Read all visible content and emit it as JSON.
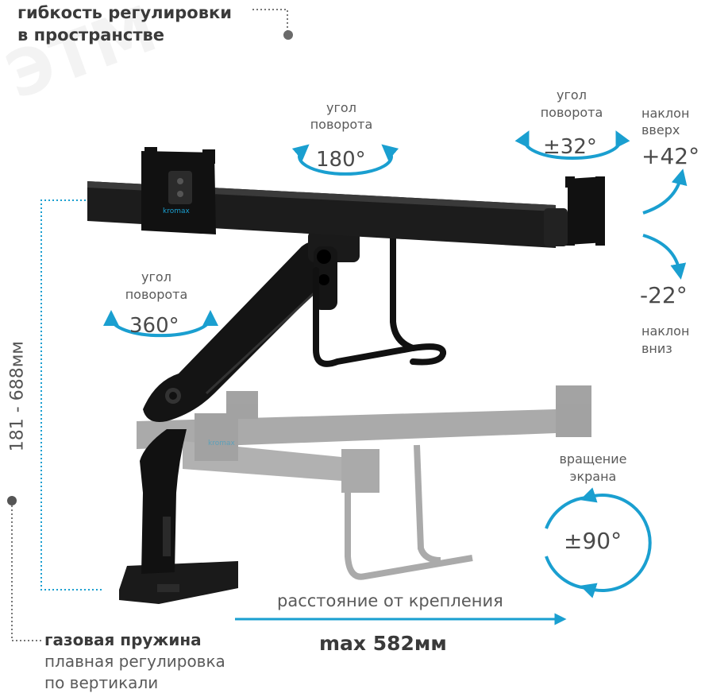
{
  "accent_color": "#1a9fd0",
  "watermark": "ЭТМ",
  "logo": "kromax",
  "header": {
    "line1": "гибкость регулировки",
    "line2": "в пространстве"
  },
  "rotation_180": {
    "label_line1": "угол",
    "label_line2": "поворота",
    "value": "180°"
  },
  "rotation_32": {
    "label_line1": "угол",
    "label_line2": "поворота",
    "value": "±32°"
  },
  "tilt_up": {
    "label_line1": "наклон",
    "label_line2": "вверх",
    "value": "+42°"
  },
  "tilt_down": {
    "value": "-22°",
    "label_line1": "наклон",
    "label_line2": "вниз"
  },
  "rotation_360": {
    "label_line1": "угол",
    "label_line2": "поворота",
    "value": "360°"
  },
  "height_range": "181 - 688мм",
  "screen_rotation": {
    "label_line1": "вращение",
    "label_line2": "экрана",
    "value": "±90°"
  },
  "distance": {
    "label": "расстояние от крепления",
    "value": "max 582мм"
  },
  "gas_spring": {
    "title": "газовая пружина",
    "line1": "плавная регулировка",
    "line2": "по вертикали"
  }
}
